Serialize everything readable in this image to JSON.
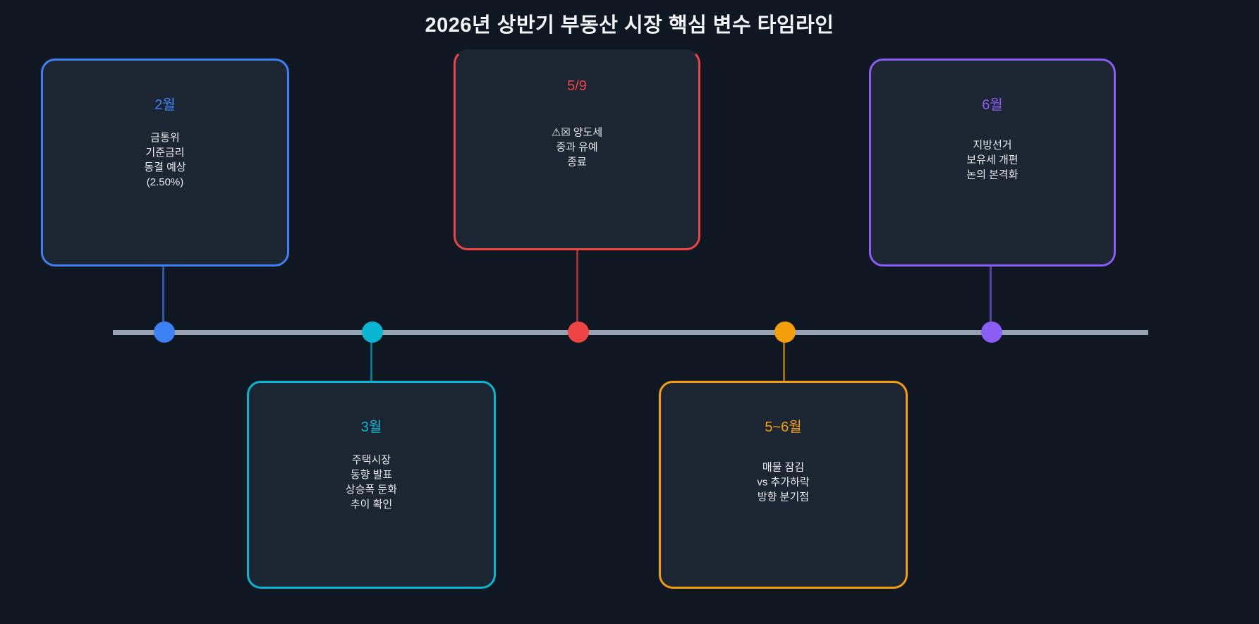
{
  "title": "2026년 상반기 부동산 시장 핵심 변수 타임라인",
  "palette": {
    "background": "#0f1722",
    "card_fill": "#1c2532",
    "timeline_bar": "#97a2b0",
    "title_text": "#f3f5f8",
    "body_text": "#e8eaee"
  },
  "events": [
    {
      "label": "2월",
      "color": "#3d82f4",
      "position": "above",
      "lines": [
        "금통위",
        "기준금리",
        "동결 예상",
        "(2.50%)"
      ]
    },
    {
      "label": "3월",
      "color": "#08b6d2",
      "position": "below",
      "lines": [
        "주택시장",
        "동향 발표",
        "상승폭 둔화",
        "추이 확인"
      ]
    },
    {
      "label": "5/9",
      "color": "#ef4444",
      "position": "above",
      "icon": "⚠☒",
      "lines": [
        "양도세",
        "중과 유예",
        "종료"
      ]
    },
    {
      "label": "5~6월",
      "color": "#f59e0b",
      "position": "below",
      "lines": [
        "매물 잠김",
        "vs 추가하락",
        "방향 분기점"
      ]
    },
    {
      "label": "6월",
      "color": "#8b5cf6",
      "position": "above",
      "lines": [
        "지방선거",
        "보유세 개편",
        "논의 본격화"
      ]
    }
  ]
}
